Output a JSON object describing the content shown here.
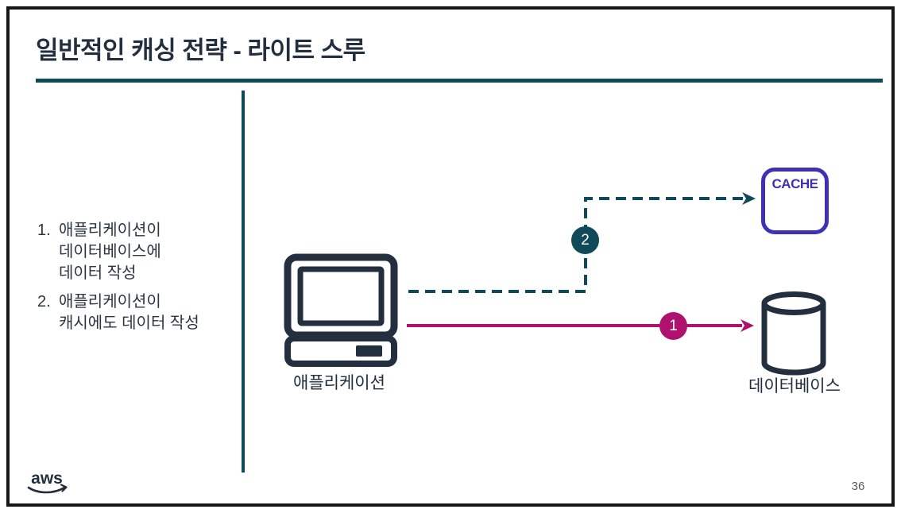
{
  "slide": {
    "title": "일반적인 캐싱 전략 - 라이트 스루",
    "page_number": "36"
  },
  "steps": [
    {
      "num": "1.",
      "text": "애플리케이션이\n데이터베이스에\n데이터 작성"
    },
    {
      "num": "2.",
      "text": "애플리케이션이\n캐시에도 데이터 작성"
    }
  ],
  "diagram": {
    "application_label": "애플리케이션",
    "cache_label": "CACHE",
    "database_label": "데이터베이스",
    "arrow_to_database_badge": "1",
    "arrow_to_cache_badge": "2",
    "icons": [
      "computer-icon",
      "cache-box",
      "database-cylinder-icon"
    ]
  },
  "footer": {
    "logo_text": "aws"
  },
  "colors": {
    "ink": "#232f3e",
    "body-text": "#2b3642",
    "teal": "#0e4a57",
    "magenta": "#b0106e",
    "indigo": "#3f31b5",
    "page-gray": "#595959",
    "frame": "#161616"
  }
}
